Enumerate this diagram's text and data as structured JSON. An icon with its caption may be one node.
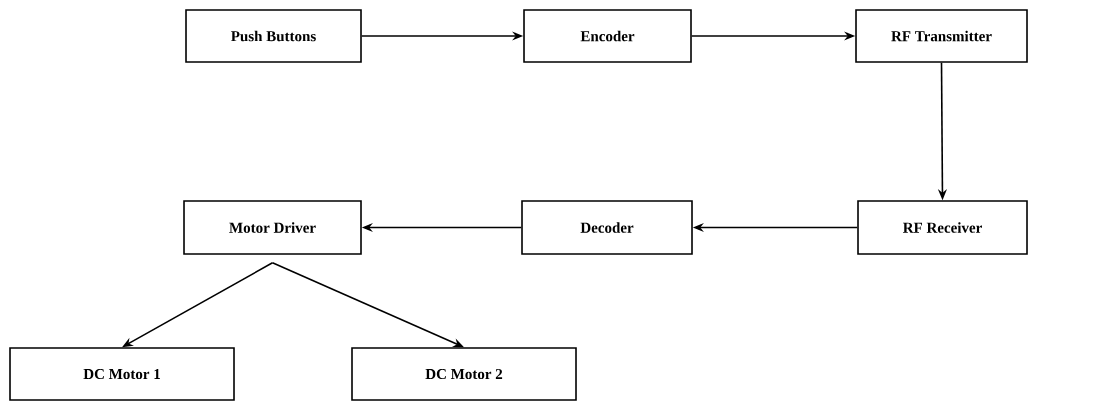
{
  "diagram": {
    "nodes": [
      {
        "text": [
          "Push Buttons"
        ]
      },
      {
        "text": [
          "Encoder"
        ]
      },
      {
        "text": [
          "RF Transmitter"
        ]
      },
      {
        "text": [
          "Motor Driver"
        ]
      },
      {
        "text": [
          "Decoder"
        ]
      },
      {
        "text": [
          "RF Receiver"
        ]
      },
      {
        "text": [
          "DC Motor 1"
        ]
      },
      {
        "text": [
          "DC Motor 2"
        ]
      }
    ],
    "edges": [
      {
        "from": 0,
        "to": 1,
        "arrow": "to"
      },
      {
        "from": 1,
        "to": 2,
        "arrow": "to"
      },
      {
        "from": 2,
        "to": 5,
        "arrow": "to"
      },
      {
        "from": 5,
        "to": 4,
        "arrow": "to"
      },
      {
        "from": 4,
        "to": 3,
        "arrow": "to"
      },
      {
        "from": 3,
        "to": 6,
        "arrow": "to"
      },
      {
        "from": 3,
        "to": 7,
        "arrow": "to"
      }
    ]
  }
}
